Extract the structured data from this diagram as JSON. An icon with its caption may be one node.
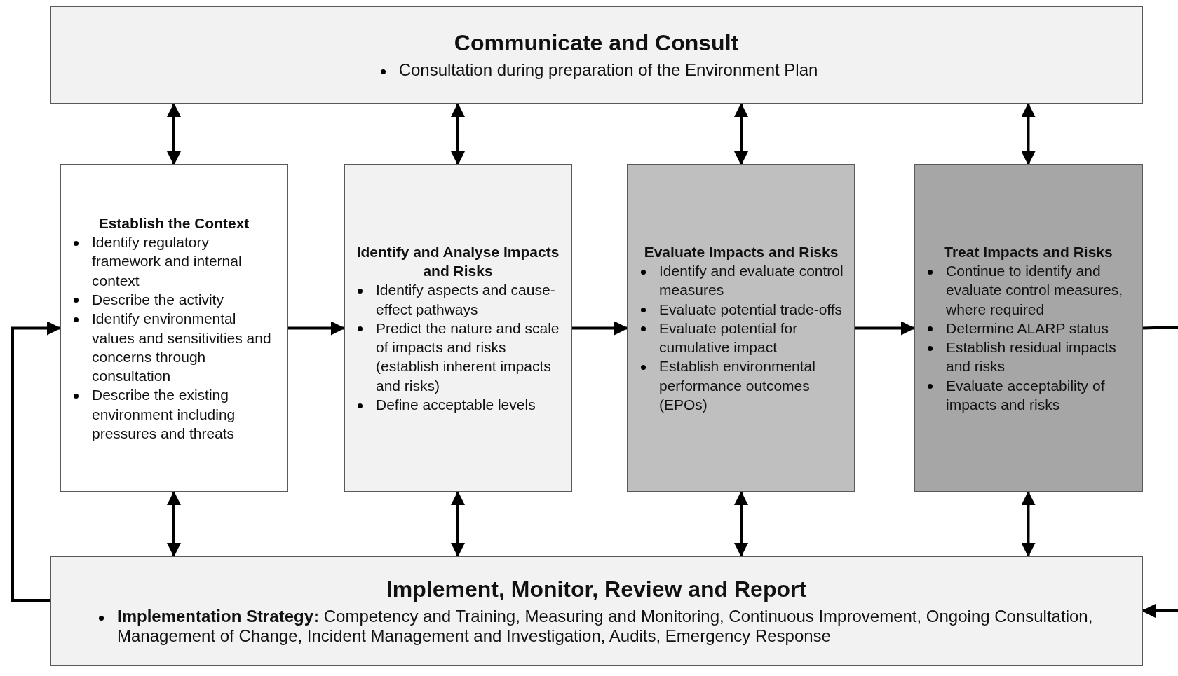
{
  "diagram": {
    "nodes": [
      {
        "text": [
          "Communicate and Consult",
          "Consultation during preparation of the Environment Plan"
        ]
      },
      {
        "text": [
          "Establish the Context",
          "Identify regulatory framework and internal context",
          "Describe the activity",
          "Identify environmental values and sensitivities and concerns through consultation",
          "Describe the existing environment including pressures and threats"
        ]
      },
      {
        "text": [
          "Identify and Analyse Impacts and Risks",
          "Identify aspects and cause-effect pathways",
          "Predict the nature and scale of impacts and risks (establish inherent impacts and risks)",
          "Define acceptable levels"
        ]
      },
      {
        "text": [
          "Evaluate Impacts and Risks",
          "Identify and evaluate control measures",
          "Evaluate potential trade-offs",
          "Evaluate potential for cumulative impact",
          "Establish environmental performance outcomes (EPOs)"
        ]
      },
      {
        "text": [
          "Treat Impacts and Risks",
          "Continue to identify and evaluate control measures, where required",
          "Determine ALARP status",
          "Establish residual impacts and risks",
          "Evaluate acceptability of impacts and risks"
        ]
      },
      {
        "text": [
          "Implement, Monitor, Review and Report",
          "**Implementation Strategy:** Competency and Training, Measuring and Monitoring, Continuous Improvement, Ongoing Consultation, Management of Change, Incident Management and Investigation, Audits, Emergency Response"
        ]
      }
    ],
    "edges": [
      {
        "from": 0,
        "to": 1,
        "arrow": "both"
      },
      {
        "from": 0,
        "to": 2,
        "arrow": "both"
      },
      {
        "from": 0,
        "to": 3,
        "arrow": "both"
      },
      {
        "from": 0,
        "to": 4,
        "arrow": "both"
      },
      {
        "from": 1,
        "to": 5,
        "arrow": "both"
      },
      {
        "from": 2,
        "to": 5,
        "arrow": "both"
      },
      {
        "from": 3,
        "to": 5,
        "arrow": "both"
      },
      {
        "from": 4,
        "to": 5,
        "arrow": "both"
      },
      {
        "from": 1,
        "to": 2,
        "arrow": "to"
      },
      {
        "from": 2,
        "to": 3,
        "arrow": "to"
      },
      {
        "from": 3,
        "to": 4,
        "arrow": "to"
      },
      {
        "from": 4,
        "to": null,
        "arrow": "none"
      },
      {
        "from": null,
        "to": 5,
        "arrow": "to"
      },
      {
        "from": 5,
        "to": 1,
        "arrow": "to"
      }
    ]
  }
}
